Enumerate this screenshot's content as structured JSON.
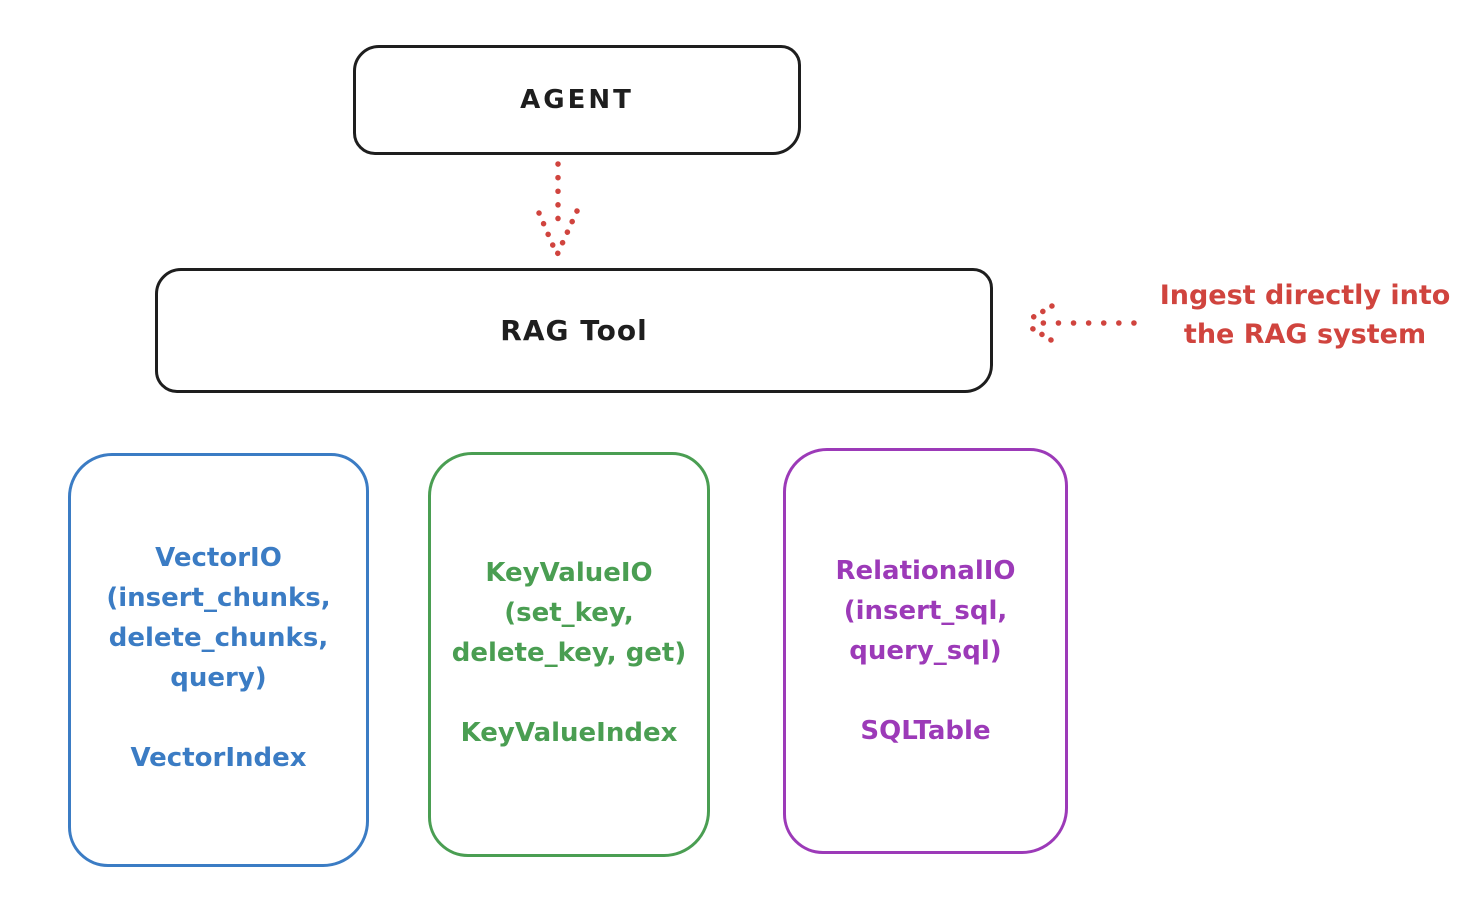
{
  "diagram": {
    "type": "architecture-sketch",
    "background": "#ffffff",
    "colors": {
      "ink": "#1e1e1e",
      "red": "#d0443e",
      "blue": "#3b7cc4",
      "green": "#4a9e52",
      "purple": "#9c3ab8"
    },
    "nodes": {
      "agent": {
        "label": "AGENT",
        "color": "#1e1e1e"
      },
      "rag_tool": {
        "label": "RAG Tool",
        "color": "#1e1e1e"
      },
      "vector_io": {
        "color": "#3b7cc4",
        "lines": [
          "VectorIO",
          "(insert_chunks,",
          "delete_chunks,",
          "query)"
        ],
        "footer": "VectorIndex"
      },
      "keyvalue_io": {
        "color": "#4a9e52",
        "lines": [
          "KeyValueIO",
          "(set_key,",
          "delete_key, get)"
        ],
        "footer": "KeyValueIndex"
      },
      "relational_io": {
        "color": "#9c3ab8",
        "lines": [
          "RelationalIO",
          "(insert_sql,",
          "query_sql)"
        ],
        "footer": "SQLTable"
      }
    },
    "edges": [
      {
        "from": "agent",
        "to": "rag_tool",
        "style": "dotted",
        "color": "#d0443e",
        "direction": "down"
      },
      {
        "from": "annotation",
        "to": "rag_tool",
        "style": "dotted",
        "color": "#d0443e",
        "direction": "left"
      }
    ],
    "annotation": {
      "line1": "Ingest directly into",
      "line2": "the RAG system",
      "color": "#d0443e"
    }
  }
}
